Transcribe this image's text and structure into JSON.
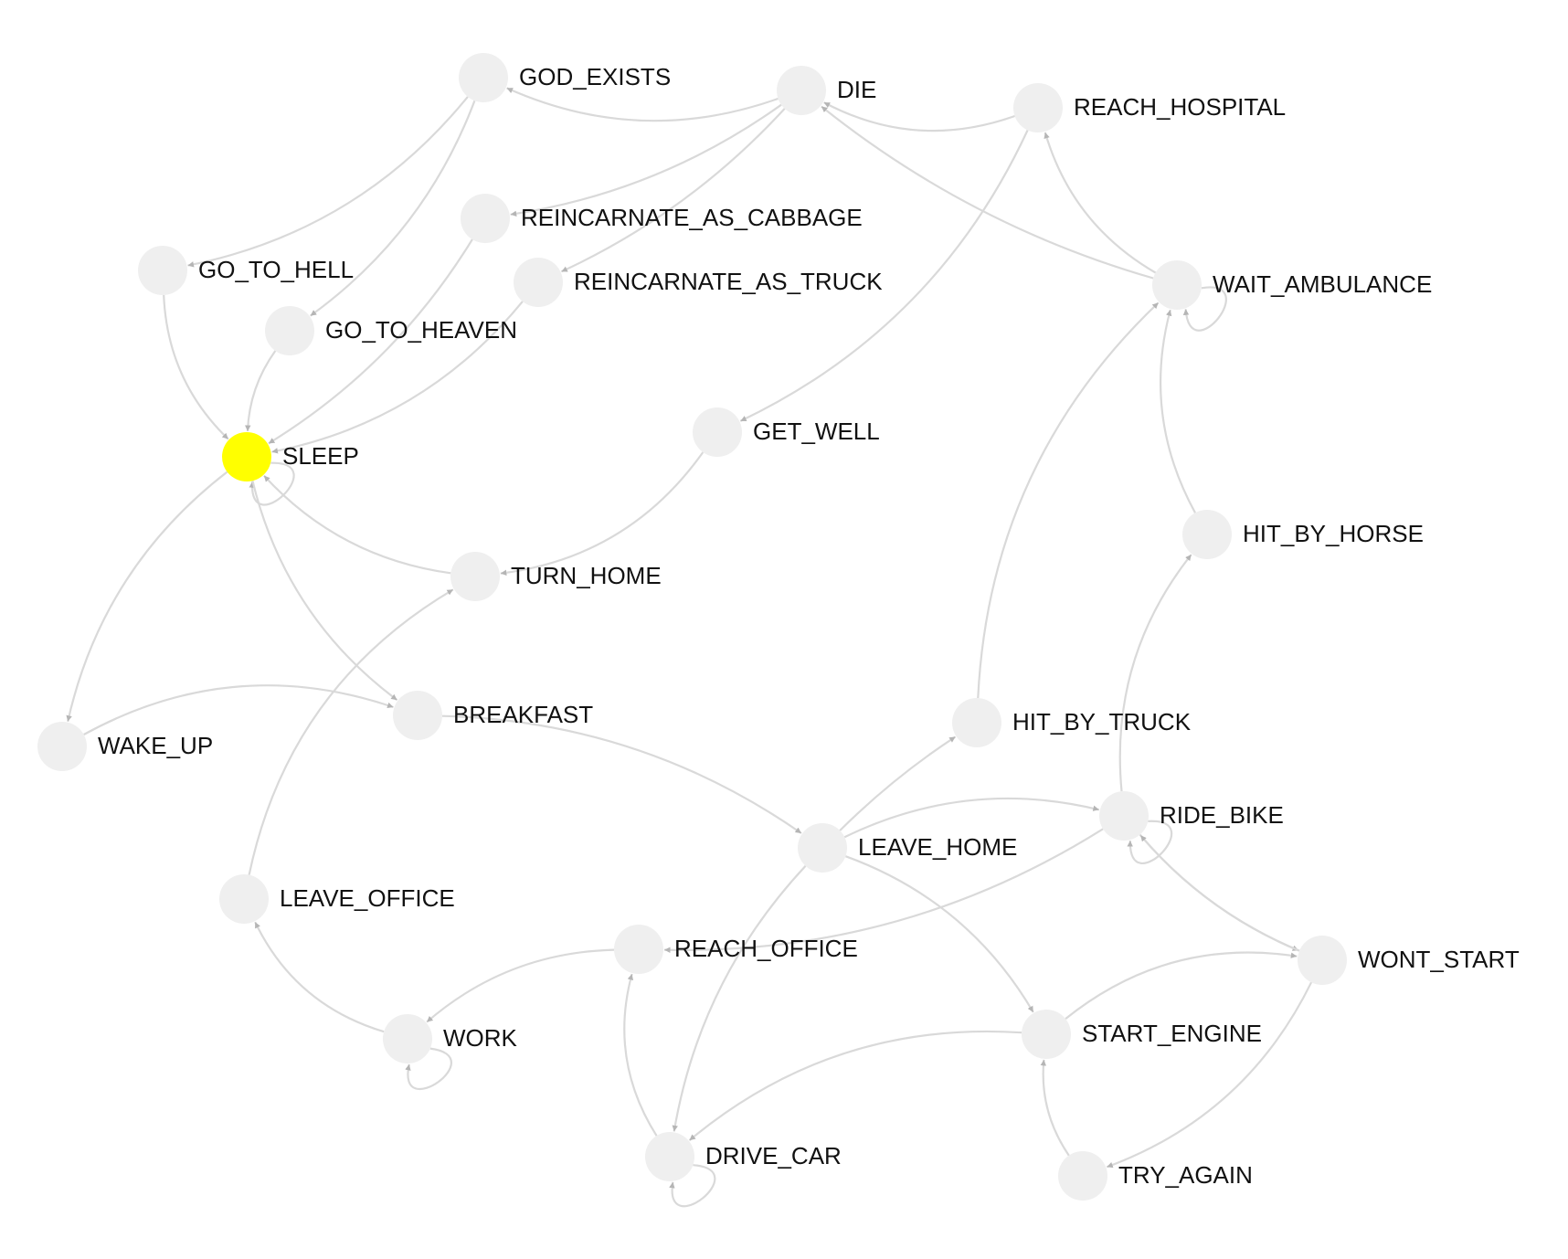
{
  "diagram": {
    "colors": {
      "node": "#efefef",
      "active_node": "#ffff00",
      "edge": "#d9d9d9",
      "arrow": "#b5b5b5",
      "label": "#111111"
    },
    "active_node": "SLEEP",
    "nodes": [
      {
        "id": "GOD_EXISTS",
        "label": "GOD_EXISTS"
      },
      {
        "id": "DIE",
        "label": "DIE"
      },
      {
        "id": "REACH_HOSPITAL",
        "label": "REACH_HOSPITAL"
      },
      {
        "id": "REINCARNATE_AS_CABBAGE",
        "label": "REINCARNATE_AS_CABBAGE"
      },
      {
        "id": "REINCARNATE_AS_TRUCK",
        "label": "REINCARNATE_AS_TRUCK"
      },
      {
        "id": "GO_TO_HELL",
        "label": "GO_TO_HELL"
      },
      {
        "id": "GO_TO_HEAVEN",
        "label": "GO_TO_HEAVEN"
      },
      {
        "id": "WAIT_AMBULANCE",
        "label": "WAIT_AMBULANCE"
      },
      {
        "id": "SLEEP",
        "label": "SLEEP"
      },
      {
        "id": "GET_WELL",
        "label": "GET_WELL"
      },
      {
        "id": "HIT_BY_HORSE",
        "label": "HIT_BY_HORSE"
      },
      {
        "id": "TURN_HOME",
        "label": "TURN_HOME"
      },
      {
        "id": "BREAKFAST",
        "label": "BREAKFAST"
      },
      {
        "id": "HIT_BY_TRUCK",
        "label": "HIT_BY_TRUCK"
      },
      {
        "id": "WAKE_UP",
        "label": "WAKE_UP"
      },
      {
        "id": "RIDE_BIKE",
        "label": "RIDE_BIKE"
      },
      {
        "id": "LEAVE_HOME",
        "label": "LEAVE_HOME"
      },
      {
        "id": "LEAVE_OFFICE",
        "label": "LEAVE_OFFICE"
      },
      {
        "id": "REACH_OFFICE",
        "label": "REACH_OFFICE"
      },
      {
        "id": "WONT_START",
        "label": "WONT_START"
      },
      {
        "id": "WORK",
        "label": "WORK"
      },
      {
        "id": "START_ENGINE",
        "label": "START_ENGINE"
      },
      {
        "id": "DRIVE_CAR",
        "label": "DRIVE_CAR"
      },
      {
        "id": "TRY_AGAIN",
        "label": "TRY_AGAIN"
      }
    ],
    "edges": [
      {
        "from": "DIE",
        "to": "GOD_EXISTS"
      },
      {
        "from": "DIE",
        "to": "REINCARNATE_AS_CABBAGE"
      },
      {
        "from": "DIE",
        "to": "REINCARNATE_AS_TRUCK"
      },
      {
        "from": "GOD_EXISTS",
        "to": "GO_TO_HELL"
      },
      {
        "from": "GOD_EXISTS",
        "to": "GO_TO_HEAVEN"
      },
      {
        "from": "REACH_HOSPITAL",
        "to": "DIE"
      },
      {
        "from": "REACH_HOSPITAL",
        "to": "GET_WELL"
      },
      {
        "from": "WAIT_AMBULANCE",
        "to": "DIE"
      },
      {
        "from": "WAIT_AMBULANCE",
        "to": "REACH_HOSPITAL"
      },
      {
        "from": "WAIT_AMBULANCE",
        "to": "WAIT_AMBULANCE"
      },
      {
        "from": "GO_TO_HELL",
        "to": "SLEEP"
      },
      {
        "from": "GO_TO_HEAVEN",
        "to": "SLEEP"
      },
      {
        "from": "REINCARNATE_AS_CABBAGE",
        "to": "SLEEP"
      },
      {
        "from": "REINCARNATE_AS_TRUCK",
        "to": "SLEEP"
      },
      {
        "from": "SLEEP",
        "to": "SLEEP"
      },
      {
        "from": "TURN_HOME",
        "to": "SLEEP"
      },
      {
        "from": "SLEEP",
        "to": "WAKE_UP"
      },
      {
        "from": "SLEEP",
        "to": "BREAKFAST"
      },
      {
        "from": "WAKE_UP",
        "to": "BREAKFAST"
      },
      {
        "from": "GET_WELL",
        "to": "TURN_HOME"
      },
      {
        "from": "LEAVE_OFFICE",
        "to": "TURN_HOME"
      },
      {
        "from": "BREAKFAST",
        "to": "LEAVE_HOME"
      },
      {
        "from": "LEAVE_HOME",
        "to": "HIT_BY_TRUCK"
      },
      {
        "from": "LEAVE_HOME",
        "to": "RIDE_BIKE"
      },
      {
        "from": "LEAVE_HOME",
        "to": "START_ENGINE"
      },
      {
        "from": "LEAVE_HOME",
        "to": "DRIVE_CAR"
      },
      {
        "from": "HIT_BY_TRUCK",
        "to": "WAIT_AMBULANCE"
      },
      {
        "from": "HIT_BY_HORSE",
        "to": "WAIT_AMBULANCE"
      },
      {
        "from": "RIDE_BIKE",
        "to": "HIT_BY_HORSE"
      },
      {
        "from": "RIDE_BIKE",
        "to": "RIDE_BIKE"
      },
      {
        "from": "RIDE_BIKE",
        "to": "REACH_OFFICE"
      },
      {
        "from": "RIDE_BIKE",
        "to": "WONT_START"
      },
      {
        "from": "WONT_START",
        "to": "RIDE_BIKE"
      },
      {
        "from": "WONT_START",
        "to": "TRY_AGAIN"
      },
      {
        "from": "START_ENGINE",
        "to": "WONT_START"
      },
      {
        "from": "START_ENGINE",
        "to": "DRIVE_CAR"
      },
      {
        "from": "TRY_AGAIN",
        "to": "START_ENGINE"
      },
      {
        "from": "DRIVE_CAR",
        "to": "REACH_OFFICE"
      },
      {
        "from": "DRIVE_CAR",
        "to": "DRIVE_CAR"
      },
      {
        "from": "REACH_OFFICE",
        "to": "WORK"
      },
      {
        "from": "WORK",
        "to": "WORK"
      },
      {
        "from": "WORK",
        "to": "LEAVE_OFFICE"
      }
    ]
  }
}
